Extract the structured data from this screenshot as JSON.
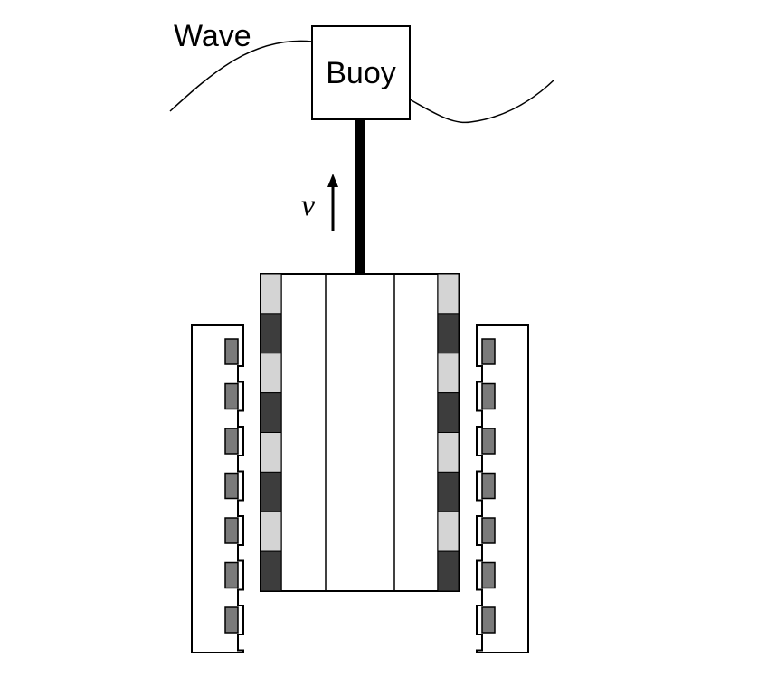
{
  "labels": {
    "wave": "Wave",
    "buoy": "Buoy",
    "velocity": "v"
  },
  "colors": {
    "stroke": "#000000",
    "background": "#ffffff",
    "magnet_light": "#d4d4d4",
    "magnet_dark": "#3d3d3d",
    "stator_tooth": "#7a7a7a",
    "rod": "#000000"
  },
  "magnet_stack": [
    "light",
    "dark",
    "light",
    "dark",
    "light",
    "dark",
    "light",
    "dark"
  ],
  "stator_tooth_count": 7
}
